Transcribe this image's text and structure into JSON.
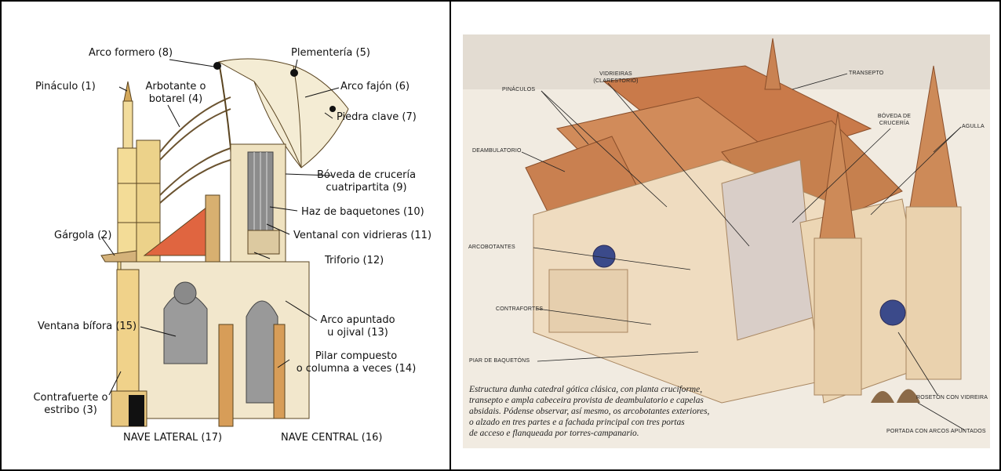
{
  "left_diagram": {
    "labels": {
      "arco_formero": "Arco formero (8)",
      "plementeria": "Plementería (5)",
      "pinaculo": "Pináculo (1)",
      "arbotante_1": "Arbotante o",
      "arbotante_2": "botarel (4)",
      "arco_fajon": "Arco fajón (6)",
      "piedra_clave": "Piedra clave (7)",
      "boveda_1": "Bóveda de crucería",
      "boveda_2": "cuatripartita (9)",
      "haz": "Haz de baquetones (10)",
      "gargola": "Gárgola (2)",
      "ventanal": "Ventanal con vidrieras (11)",
      "triforio": "Triforio (12)",
      "arco_apuntado_1": "Arco apuntado",
      "arco_apuntado_2": "u ojival (13)",
      "ventana_bifora": "Ventana bífora (15)",
      "pilar_1": "Pilar compuesto",
      "pilar_2": "o columna a veces (14)",
      "contrafuerte_1": "Contrafuerte o",
      "contrafuerte_2": "estribo (3)",
      "nave_lateral": "NAVE LATERAL (17)",
      "nave_central": "NAVE CENTRAL (16)"
    }
  },
  "right_diagram": {
    "labels": {
      "vidrieras_1": "VIDRIEIRAS",
      "vidrieras_2": "(CLARESTORIO)",
      "pinaculos": "PINÁCULOS",
      "transepto": "TRANSEPTO",
      "boveda_1": "BÓVEDA DE",
      "boveda_2": "CRUCERÍA",
      "agulla": "AGULLA",
      "deambulatorio": "DEAMBULATORIO",
      "arcobotantes": "ARCOBOTANTES",
      "contrafortes": "CONTRAFORTES",
      "piar": "PIAR DE BAQUETÓNS",
      "roseton": "ROSETÓN CON VIDREIRA",
      "portada": "PORTADA CON ARCOS APUNTADOS"
    },
    "caption": [
      "Estructura dunha catedral gótica clásica, con planta cruciforme,",
      "transepto e ampla cabeceira provista de deambulatorio e capelas",
      "absidais. Pódense observar, así mesmo, os arcobotantes exteriores,",
      "o alzado en tres partes e a fachada principal con tres portas",
      "de acceso e flanqueada por torres-campanario."
    ]
  }
}
